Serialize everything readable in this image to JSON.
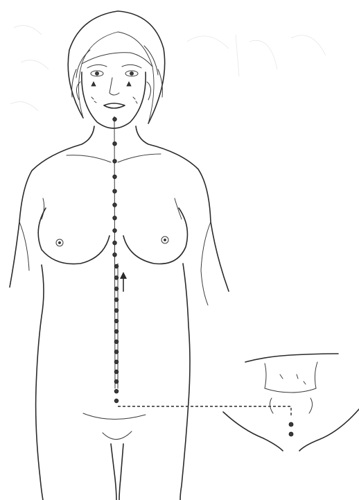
{
  "figure": {
    "type": "line-illustration",
    "subject": "female-front-view",
    "meridian": "conception-vessel",
    "points_on_channel": 24,
    "flow_direction": "upward",
    "inset": "perineum-view"
  },
  "colors": {
    "ink": "#2a2a2a",
    "point": "#3a3a3a",
    "background": "#ffffff"
  }
}
